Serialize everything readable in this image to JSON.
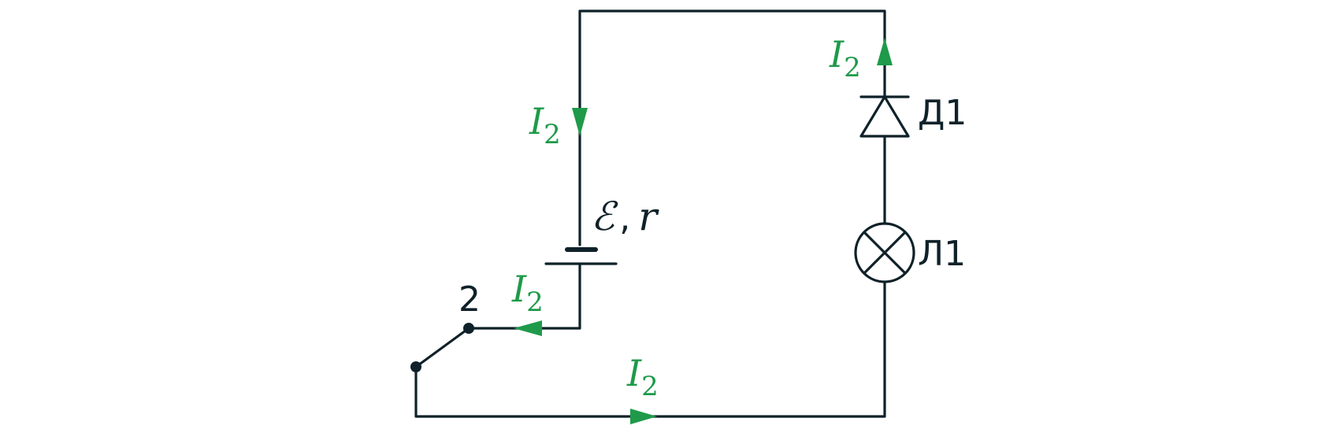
{
  "colors": {
    "wire": "#0f2129",
    "current": "#1f9a4a"
  },
  "current": {
    "symbol": "I",
    "subscript": "2"
  },
  "labels": {
    "diode": "Д1",
    "lamp": "Л1",
    "switch_contact": "2",
    "source_emf": "ℰ",
    "source_sep": ",",
    "source_r": "r"
  },
  "icons": {
    "battery": "battery-icon",
    "diode": "diode-icon",
    "lamp": "lamp-icon",
    "switch": "switch-icon",
    "arrow": "current-arrow-icon"
  }
}
